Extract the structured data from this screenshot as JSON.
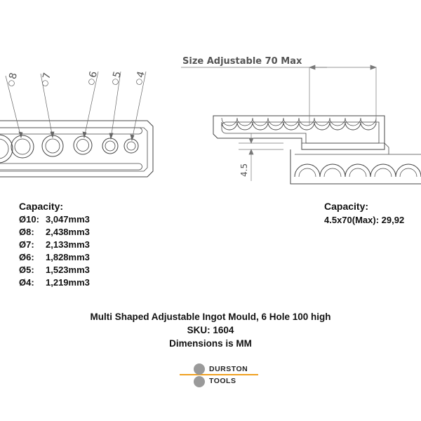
{
  "diagram": {
    "dimension_label": "Size Adjustable 70 Max",
    "height_label": "4.5",
    "hole_labels": [
      "8",
      "7",
      "6",
      "5",
      "4"
    ]
  },
  "capacity_left": {
    "title": "Capacity:",
    "rows": [
      {
        "size": "Ø10:",
        "value": "3,047mm3"
      },
      {
        "size": "Ø8:",
        "value": "2,438mm3"
      },
      {
        "size": "Ø7:",
        "value": "2,133mm3"
      },
      {
        "size": "Ø6:",
        "value": "1,828mm3"
      },
      {
        "size": "Ø5:",
        "value": "1,523mm3"
      },
      {
        "size": "Ø4:",
        "value": "1,219mm3"
      }
    ]
  },
  "capacity_right": {
    "title": "Capacity:",
    "value": "4.5x70(Max): 29,92"
  },
  "caption": {
    "title": "Multi Shaped Adjustable Ingot Mould, 6 Hole 100 high",
    "sku": "SKU: 1604",
    "units": "Dimensions is MM"
  },
  "logo": {
    "line1": "DURSTON",
    "line2": "TOOLS",
    "accent": "#f0a020",
    "dot_color": "#9a9a9a"
  }
}
